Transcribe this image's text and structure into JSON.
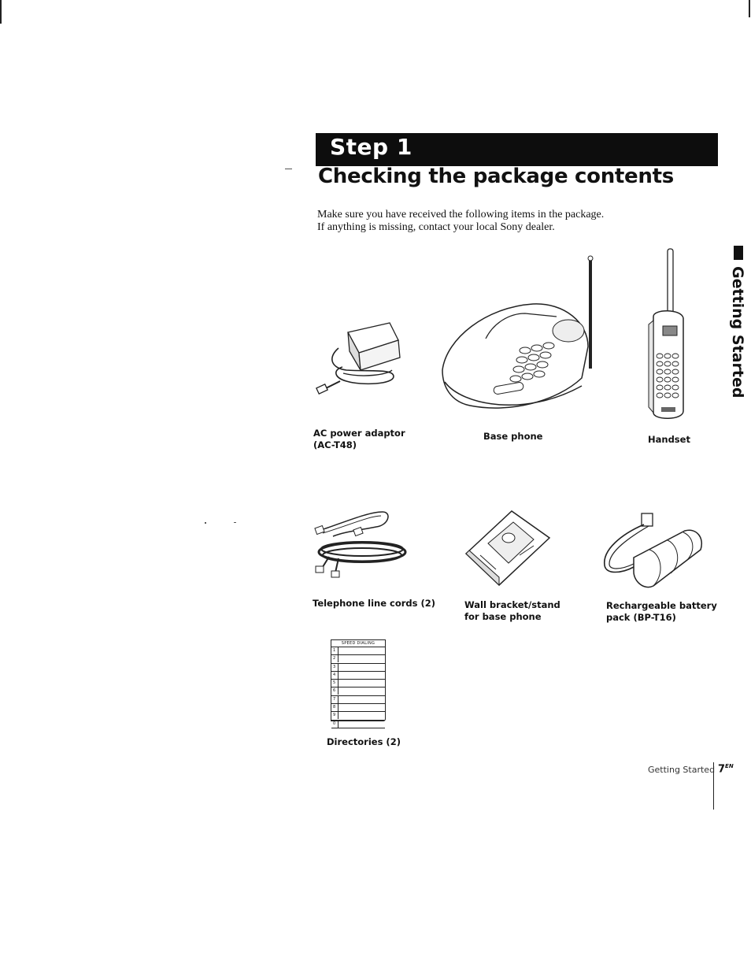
{
  "header": {
    "step_label": "Step 1",
    "title": "Checking the package contents"
  },
  "intro": {
    "line1": "Make sure you have received the following items in the package.",
    "line2": "If anything is missing, contact your local Sony dealer."
  },
  "side_tab": {
    "label": "Getting Started"
  },
  "items": {
    "ac_adaptor": {
      "line1": "AC power adaptor",
      "line2": "(AC-T48)"
    },
    "base_phone": {
      "line1": "Base phone"
    },
    "handset": {
      "line1": "Handset"
    },
    "telephone_cords": {
      "line1": "Telephone line cords (2)"
    },
    "wall_bracket": {
      "line1": "Wall bracket/stand",
      "line2": "for base phone"
    },
    "battery": {
      "line1": "Rechargeable battery",
      "line2": "pack (BP-T16)"
    },
    "directories": {
      "line1": "Directories (2)",
      "card_title": "SPEED DIALING",
      "rows": [
        "1",
        "2",
        "3",
        "4",
        "5",
        "6",
        "7",
        "8",
        "9",
        "0"
      ]
    }
  },
  "footer": {
    "section": "Getting Started",
    "page": "7",
    "page_suffix": "EN"
  }
}
